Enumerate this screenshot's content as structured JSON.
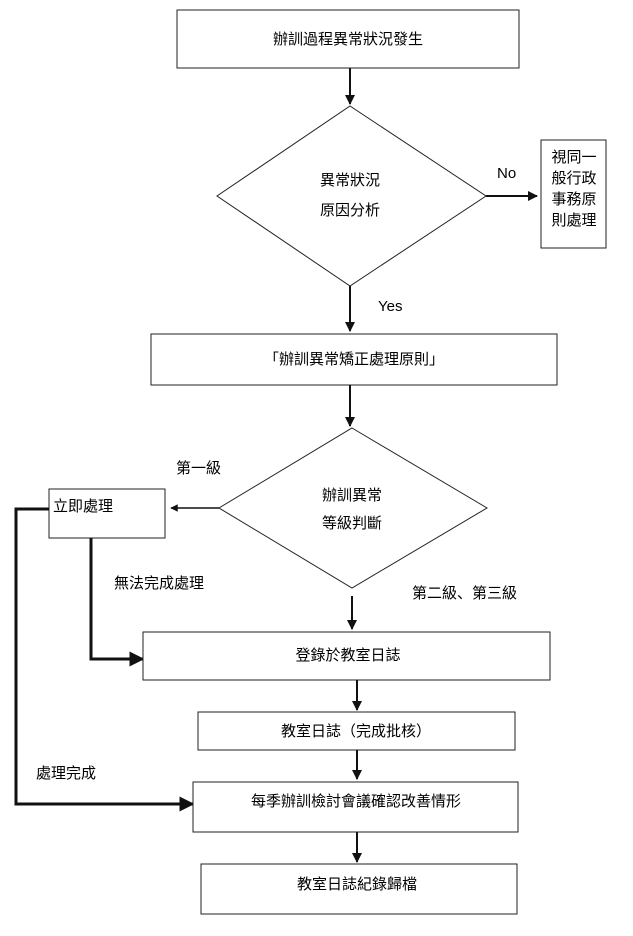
{
  "nodes": {
    "start": "辦訓過程異常狀況發生",
    "decision_analysis": [
      "異常狀況",
      "原因分析"
    ],
    "side_no": [
      "視同一",
      "般行政",
      "事務原",
      "則處理"
    ],
    "principle": "「辦訓異常矯正處理原則」",
    "decision_level": [
      "辦訓異常",
      "等級判斷"
    ],
    "immediate": "立即處理",
    "log": "登錄於教室日誌",
    "log_review": "教室日誌（完成批核）",
    "meeting": "每季辦訓檢討會議確認改善情形",
    "archive": "教室日誌紀錄歸檔"
  },
  "edges": {
    "no": "No",
    "yes": "Yes",
    "level_one": "第一級",
    "level_two_three": "第二級、第三級",
    "cannot_complete": "無法完成處理",
    "handled": "處理完成"
  }
}
